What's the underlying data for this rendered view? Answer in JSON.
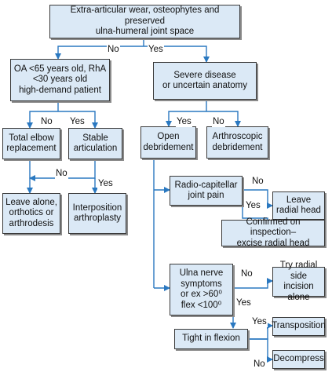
{
  "nodes": {
    "root": "Extra-articular wear, osteophytes and preserved\nulna-humeral joint space",
    "oa_age": "OA <65 years old, RhA\n<30 years old\nhigh-demand patient",
    "severe": "Severe disease\nor uncertain anatomy",
    "total_elbow": "Total elbow\nreplacement",
    "stable": "Stable\narticulation",
    "open_deb": "Open\ndebridement",
    "arthro_deb": "Arthroscopic\ndebridement",
    "leave_alone": "Leave alone,\northotics or\narthrodesis",
    "interposition": "Interposition\narthroplasty",
    "radio_cap": "Radio-capitellar\njoint pain",
    "leave_radial": "Leave\nradial head",
    "confirmed": "Confirmed on inspection–\nexcise radial head",
    "ulna_nerve": "Ulna nerve\nsymptoms\nor ex >60⁰\nflex <100⁰",
    "try_radial": "Try radial side\nincision alone",
    "tight_flex": "Tight in flexion",
    "transposition": "Transposition",
    "decompress": "Decompress"
  },
  "labels": {
    "no_root": "No",
    "yes_root": "Yes",
    "no_oa": "No",
    "yes_oa": "Yes",
    "yes_severe": "Yes",
    "no_severe": "No",
    "no_stable": "No",
    "yes_stable": "Yes",
    "no_radio": "No",
    "yes_radio": "Yes",
    "no_ulna": "No",
    "yes_ulna": "Yes",
    "yes_tight": "Yes",
    "no_tight": "No"
  }
}
